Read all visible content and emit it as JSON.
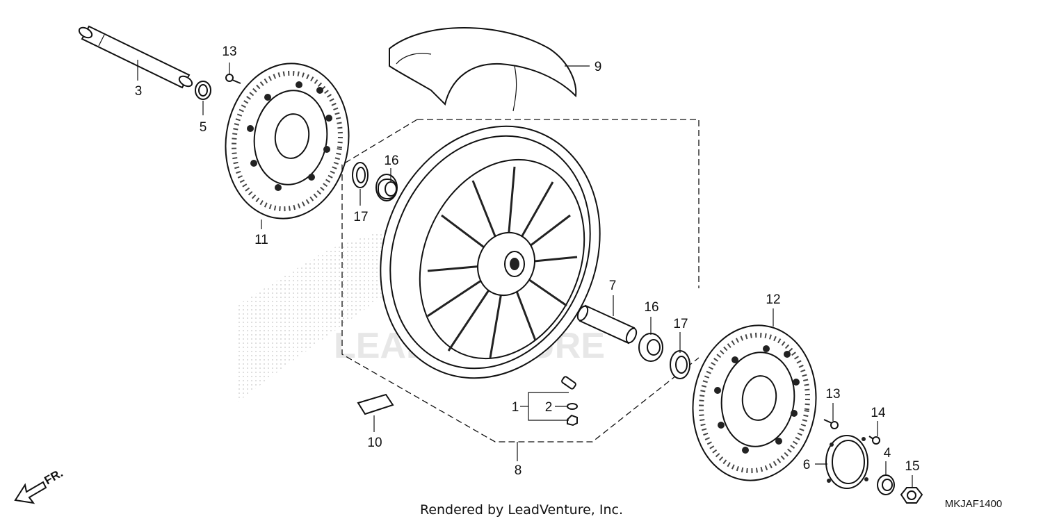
{
  "diagram": {
    "callouts": {
      "c1": "1",
      "c2": "2",
      "c3": "3",
      "c4": "4",
      "c5": "5",
      "c6": "6",
      "c7": "7",
      "c8": "8",
      "c9": "9",
      "c10": "10",
      "c11": "11",
      "c12": "12",
      "c13a": "13",
      "c13b": "13",
      "c14": "14",
      "c15": "15",
      "c16a": "16",
      "c16b": "16",
      "c17a": "17",
      "c17b": "17"
    },
    "footer": "Rendered by LeadVenture, Inc.",
    "diagram_code": "MKJAF1400",
    "direction_label": "FR.",
    "watermark": "LEADVENTURE"
  }
}
